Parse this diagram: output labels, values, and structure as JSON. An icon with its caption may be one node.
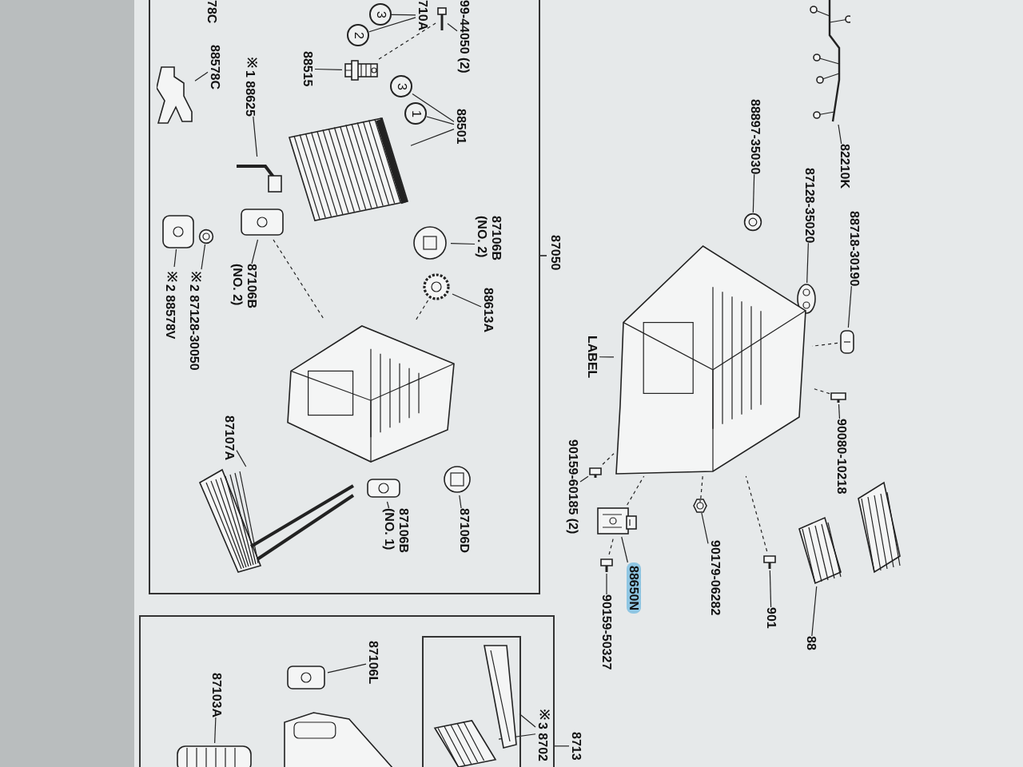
{
  "diagram": {
    "nodes": [
      {
        "text": [],
        "shape": "box"
      },
      {
        "text": [],
        "shape": "box"
      },
      {
        "text": [],
        "shape": "box",
        "in": 1
      },
      {
        "text": [
          "78C"
        ],
        "in": 0
      },
      {
        "text": [
          "88578C"
        ],
        "in": 0
      },
      {
        "text": [],
        "shape": "picture",
        "in": 0
      },
      {
        "text": [
          "※1 88625"
        ],
        "in": 0
      },
      {
        "text": [],
        "shape": "picture",
        "in": 0
      },
      {
        "text": [
          "88515"
        ],
        "in": 0
      },
      {
        "text": [],
        "shape": "picture",
        "in": 0
      },
      {
        "text": [
          "710A"
        ],
        "in": 0
      },
      {
        "text": [
          "3"
        ],
        "in": 0
      },
      {
        "text": [
          "2"
        ],
        "in": 0
      },
      {
        "text": [
          "99-44050 (2)"
        ],
        "in": 0
      },
      {
        "text": [],
        "shape": "picture",
        "in": 0
      },
      {
        "text": [
          "3"
        ],
        "in": 0
      },
      {
        "text": [
          "1"
        ],
        "in": 0
      },
      {
        "text": [
          "88501"
        ],
        "in": 0
      },
      {
        "text": [],
        "shape": "picture",
        "in": 0
      },
      {
        "text": [
          "87106B (NO. 2)"
        ],
        "in": 0
      },
      {
        "text": [],
        "shape": "picture",
        "in": 0
      },
      {
        "text": [
          "88613A"
        ],
        "in": 0
      },
      {
        "text": [],
        "shape": "picture",
        "in": 0
      },
      {
        "text": [],
        "shape": "picture",
        "in": 0
      },
      {
        "text": [
          "87106B (NO. 2)"
        ],
        "in": 0
      },
      {
        "text": [],
        "shape": "picture",
        "in": 0
      },
      {
        "text": [
          "※2 87128-30050"
        ],
        "in": 0
      },
      {
        "text": [],
        "shape": "picture",
        "in": 0
      },
      {
        "text": [
          "※2 88578V"
        ],
        "in": 0
      },
      {
        "text": [],
        "shape": "picture",
        "in": 0
      },
      {
        "text": [
          "87107A"
        ],
        "in": 0
      },
      {
        "text": [],
        "shape": "picture",
        "in": 0
      },
      {
        "text": [],
        "shape": "picture",
        "in": 0
      },
      {
        "text": [
          "87106B (NO. 1)"
        ],
        "in": 0
      },
      {
        "text": [],
        "shape": "picture",
        "in": 0
      },
      {
        "text": [
          "87106D"
        ],
        "in": 0
      },
      {
        "text": [],
        "shape": "picture"
      },
      {
        "text": [
          "82210K"
        ]
      },
      {
        "text": [
          "88897-35030"
        ]
      },
      {
        "text": [],
        "shape": "picture"
      },
      {
        "text": [
          "87128-35020"
        ]
      },
      {
        "text": [],
        "shape": "picture"
      },
      {
        "text": [
          "88718-30190"
        ]
      },
      {
        "text": [],
        "shape": "picture"
      },
      {
        "text": [],
        "shape": "picture"
      },
      {
        "text": [
          "LABEL"
        ]
      },
      {
        "text": [
          "90080-10218"
        ]
      },
      {
        "text": [],
        "shape": "picture"
      },
      {
        "text": [
          "90159-60185 (2)"
        ]
      },
      {
        "text": [],
        "shape": "picture"
      },
      {
        "text": [],
        "shape": "picture"
      },
      {
        "text": [
          "88650N"
        ]
      },
      {
        "text": [],
        "shape": "picture"
      },
      {
        "text": [
          "90159-50327"
        ]
      },
      {
        "text": [],
        "shape": "picture"
      },
      {
        "text": [
          "90179-06282"
        ]
      },
      {
        "text": [],
        "shape": "picture"
      },
      {
        "text": [
          "901"
        ]
      },
      {
        "text": [],
        "shape": "picture"
      },
      {
        "text": [
          "88"
        ]
      },
      {
        "text": [],
        "shape": "picture"
      },
      {
        "text": [
          "87103A"
        ],
        "in": 1
      },
      {
        "text": [],
        "shape": "picture",
        "in": 1
      },
      {
        "text": [
          "87106L"
        ],
        "in": 1
      },
      {
        "text": [],
        "shape": "picture",
        "in": 1
      },
      {
        "text": [],
        "shape": "picture",
        "in": 1
      },
      {
        "text": [
          "※3 8702"
        ],
        "in": 1
      },
      {
        "text": [],
        "shape": "picture",
        "in": 2
      },
      {
        "text": [],
        "shape": "picture",
        "in": 2
      },
      {
        "text": [
          "8713"
        ]
      }
    ],
    "edges": [
      {
        "from": 4,
        "to": 5,
        "arrow": "none"
      },
      {
        "from": 6,
        "to": 7,
        "arrow": "none"
      },
      {
        "from": 8,
        "to": 9,
        "arrow": "none"
      },
      {
        "from": 13,
        "to": 14,
        "arrow": "none"
      },
      {
        "from": 10,
        "to": 11,
        "arrow": "none"
      },
      {
        "from": 10,
        "to": 12,
        "arrow": "none"
      },
      {
        "from": 17,
        "to": 18,
        "arrow": "none"
      },
      {
        "from": 17,
        "to": 15,
        "arrow": "none"
      },
      {
        "from": 17,
        "to": 16,
        "arrow": "none"
      },
      {
        "from": 19,
        "to": 20,
        "arrow": "none"
      },
      {
        "from": 21,
        "to": 22,
        "arrow": "none"
      },
      {
        "from": 24,
        "to": 23,
        "arrow": "none"
      },
      {
        "from": 26,
        "to": 25,
        "arrow": "none"
      },
      {
        "from": 28,
        "to": 27,
        "arrow": "none"
      },
      {
        "from": 30,
        "to": 31,
        "arrow": "none"
      },
      {
        "from": 33,
        "to": 32,
        "arrow": "none"
      },
      {
        "from": 35,
        "to": 34,
        "arrow": "none"
      },
      {
        "from": 37,
        "to": 36,
        "arrow": "none"
      },
      {
        "from": 38,
        "to": 39,
        "arrow": "none"
      },
      {
        "from": 40,
        "to": 41,
        "arrow": "none"
      },
      {
        "from": 42,
        "to": 43,
        "arrow": "none"
      },
      {
        "from": 45,
        "to": 44,
        "arrow": "none"
      },
      {
        "from": 46,
        "to": 47,
        "arrow": "none"
      },
      {
        "from": 48,
        "to": 49,
        "arrow": "none"
      },
      {
        "from": 51,
        "to": 50,
        "arrow": "none"
      },
      {
        "from": 53,
        "to": 52,
        "arrow": "none"
      },
      {
        "from": 55,
        "to": 54,
        "arrow": "none"
      },
      {
        "from": 57,
        "to": 56,
        "arrow": "none"
      },
      {
        "from": 59,
        "to": 58,
        "arrow": "none"
      },
      {
        "from": 61,
        "to": 62,
        "arrow": "none"
      },
      {
        "from": 63,
        "to": 64,
        "arrow": "none"
      },
      {
        "from": 66,
        "to": 67,
        "arrow": "none"
      },
      {
        "from": 66,
        "to": 68,
        "arrow": "none"
      },
      {
        "from": 9,
        "to": 14,
        "arrow": "none",
        "style": "dashed"
      },
      {
        "from": 23,
        "to": 29,
        "arrow": "none",
        "style": "dashed"
      },
      {
        "from": 22,
        "to": 29,
        "arrow": "none",
        "style": "dashed"
      },
      {
        "from": 43,
        "to": 44,
        "arrow": "none",
        "style": "dashed"
      },
      {
        "from": 47,
        "to": 44,
        "arrow": "none",
        "style": "dashed"
      },
      {
        "from": 49,
        "to": 44,
        "arrow": "none",
        "style": "dashed"
      },
      {
        "from": 54,
        "to": 44,
        "arrow": "none",
        "style": "dashed"
      },
      {
        "from": 56,
        "to": 44,
        "arrow": "none",
        "style": "dashed"
      },
      {
        "from": 52,
        "to": 50,
        "arrow": "none",
        "style": "dashed"
      },
      {
        "from": 50,
        "to": 44,
        "arrow": "none",
        "style": "dashed"
      },
      {
        "from": 69,
        "to": null,
        "arrow": "none"
      }
    ],
    "labels": [
      "87050"
    ]
  }
}
